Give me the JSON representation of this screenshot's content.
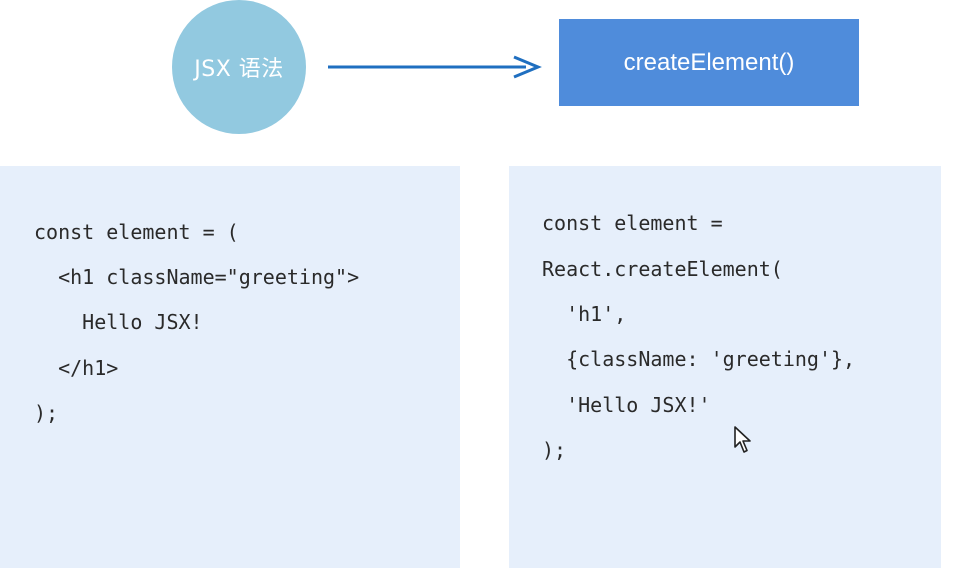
{
  "diagram": {
    "source_node": {
      "label": "JSX 语法",
      "color": "#92c9e0"
    },
    "target_node": {
      "label": "createElement()",
      "color": "#4f8cdb"
    },
    "arrow_color": "#1f6fc0"
  },
  "left_code": {
    "lines": [
      "const element = (",
      "  <h1 className=\"greeting\">",
      "    Hello JSX!",
      "  </h1>",
      ");"
    ]
  },
  "right_code": {
    "lines": [
      "const element =",
      "React.createElement(",
      "  'h1',",
      "  {className: 'greeting'},",
      "  'Hello JSX!'",
      ");"
    ]
  },
  "icons": {
    "cursor": "mouse-pointer-icon"
  }
}
